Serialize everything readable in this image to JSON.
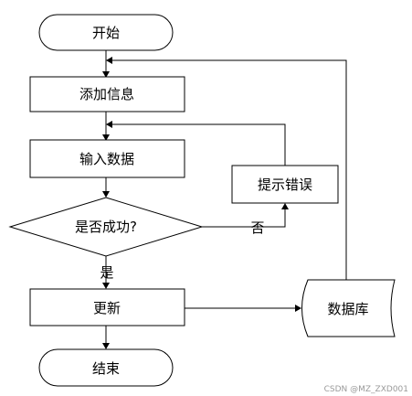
{
  "flowchart": {
    "start": "开始",
    "add_info": "添加信息",
    "input_data": "输入数据",
    "decision": "是否成功?",
    "show_error": "提示错误",
    "update": "更新",
    "database": "数据库",
    "end": "结束",
    "edge_yes": "是",
    "edge_no": "否"
  },
  "watermark": "CSDN @MZ_ZXD001"
}
